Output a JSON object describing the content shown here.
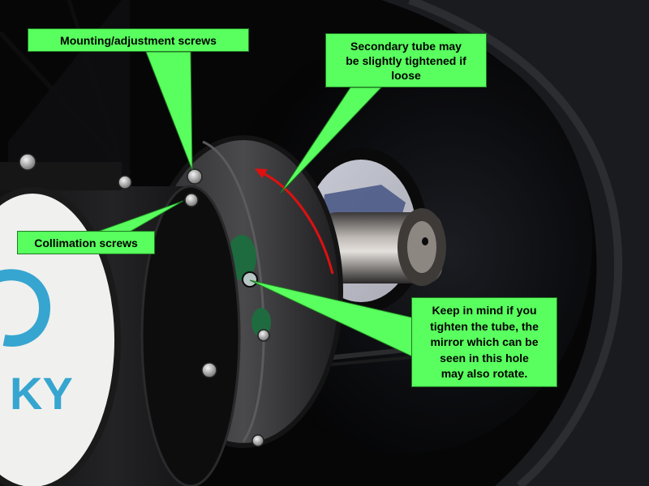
{
  "annotations": {
    "mounting": "Mounting/adjustment screws",
    "secondary": [
      "Secondary tube may",
      "be slightly tightened if",
      "loose"
    ],
    "collimation": "Collimation screws",
    "keep_in_mind": [
      "Keep in mind if you",
      "tighten the tube, the",
      "mirror which can be",
      "seen in this hole",
      "may also rotate."
    ]
  },
  "colors": {
    "label_background": "#59ff5e",
    "label_border": "#1f7a22",
    "rotation_arrow": "#e01010"
  },
  "logo_text": "KY"
}
